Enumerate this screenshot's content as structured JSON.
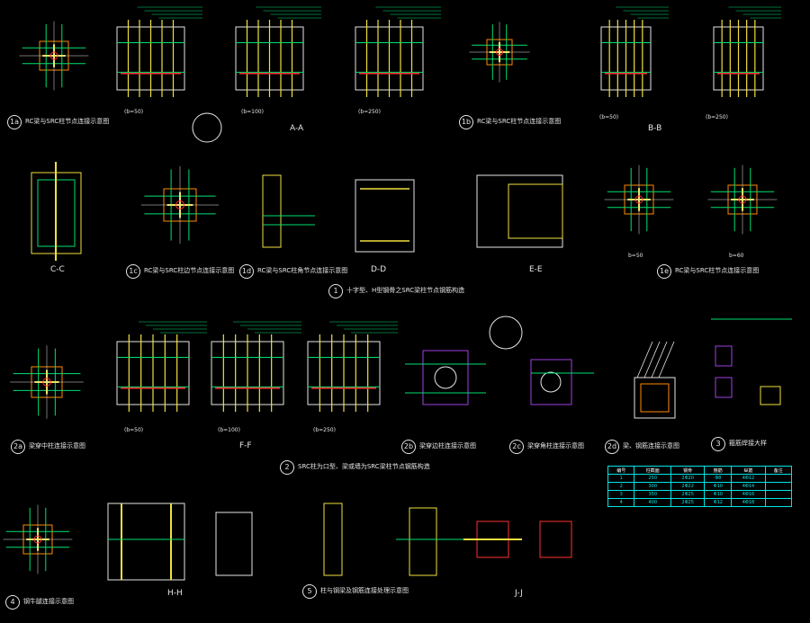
{
  "detail_labels": {
    "d1a": {
      "num": "1a",
      "text": "RC梁与SRC柱节点连接示意图"
    },
    "d1b": {
      "num": "1b",
      "text": "RC梁与SRC柱节点连接示意图"
    },
    "d1c": {
      "num": "1c",
      "text": "RC梁与SRC柱边节点连接示意图"
    },
    "d1d": {
      "num": "1d",
      "text": "RC梁与SRC柱角节点连接示意图"
    },
    "d1e": {
      "num": "1e",
      "text": "RC梁与SRC柱节点连接示意图"
    },
    "d2a": {
      "num": "2a",
      "text": "梁穿中柱连接示意图"
    },
    "d2b": {
      "num": "2b",
      "text": "梁穿边柱连接示意图"
    },
    "d2c": {
      "num": "2c",
      "text": "梁穿角柱连接示意图"
    },
    "d2d": {
      "num": "2d",
      "text": "梁、钢筋连接示意图"
    },
    "d4": {
      "num": "4",
      "text": "钢牛腿连接示意图"
    }
  },
  "section_titles": {
    "s1": {
      "num": "1",
      "text": "十字型、H型钢骨之SRC梁柱节点钢筋构造"
    },
    "s2": {
      "num": "2",
      "text": "SRC柱为口型、梁或墙为SRC梁柱节点钢筋构造"
    },
    "s3": {
      "num": "3",
      "text": "箍筋焊接大样"
    },
    "s5": {
      "num": "5",
      "text": "柱与钢梁及钢筋连接处理示意图"
    }
  },
  "section_cuts": [
    "A-A",
    "B-B",
    "C-C",
    "D-D",
    "E-E",
    "F-F",
    "H-H",
    "J-J"
  ],
  "dim_notes": [
    "(b=50)",
    "(b=100)",
    "(b=250)",
    "(b=50)",
    "(b=100)",
    "(b=250)",
    "(b=50)",
    "(b=250)",
    "b=50",
    "b=60"
  ],
  "table": {
    "header": [
      "编号",
      "柱截面",
      "钢骨",
      "箍筋",
      "纵筋",
      "备注"
    ],
    "rows": [
      [
        "1",
        "250",
        "2Φ20",
        "Φ8",
        "4Φ12",
        ""
      ],
      [
        "2",
        "300",
        "2Φ22",
        "Φ10",
        "4Φ14",
        ""
      ],
      [
        "3",
        "350",
        "2Φ25",
        "Φ10",
        "4Φ16",
        ""
      ],
      [
        "4",
        "400",
        "2Φ25",
        "Φ12",
        "4Φ18",
        ""
      ]
    ]
  },
  "colors": {
    "background": "#000000",
    "steel": "#f0e040",
    "rebar": "#00e070",
    "dim": "#00d8d8",
    "section": "#a040e0",
    "cut": "#ff3030",
    "text": "#e6e6e6",
    "column": "#ff8a00"
  }
}
